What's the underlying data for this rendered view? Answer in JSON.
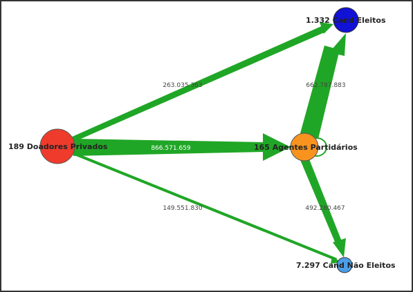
{
  "nodes": {
    "donors": {
      "label": "189 Doadores Privados",
      "color": "#ee3b2c"
    },
    "agents": {
      "label": "165 Agentes Partidários",
      "color": "#f7931e"
    },
    "elected": {
      "label": "1.332 Cand Eleitos",
      "color": "#1212d6"
    },
    "not_elected": {
      "label": "7.297 Cand Não Eleitos",
      "color": "#4d9ee8"
    }
  },
  "edges": {
    "donors_to_elected": {
      "label": "263.035.363"
    },
    "donors_to_agents": {
      "label": "866.571.659"
    },
    "donors_to_not_elected": {
      "label": "149.551.830"
    },
    "agents_to_elected": {
      "label": "662.787.883"
    },
    "agents_to_not_elected": {
      "label": "492.280.467"
    }
  },
  "colors": {
    "edge": "#20a626"
  }
}
